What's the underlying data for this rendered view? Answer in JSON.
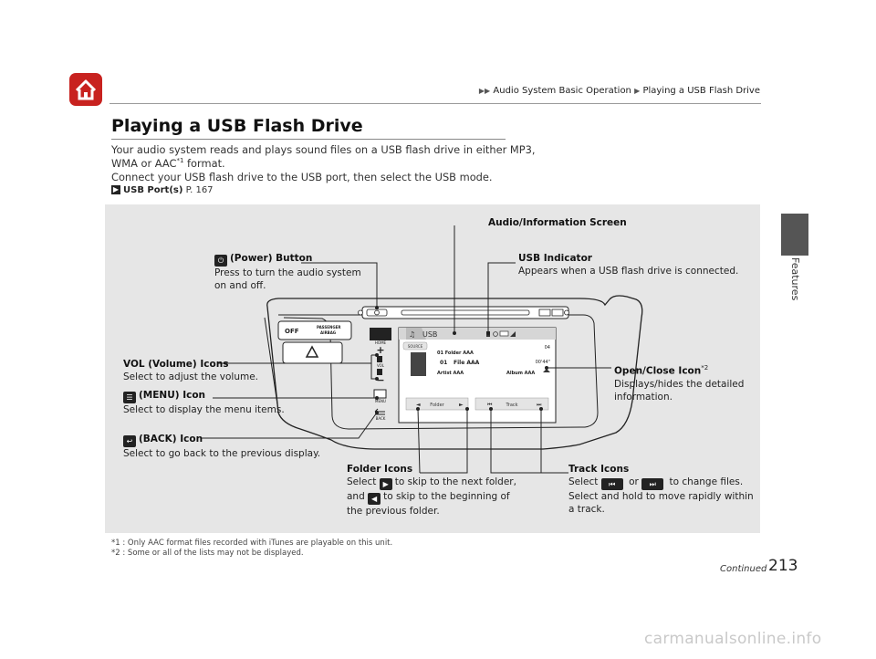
{
  "header": {
    "breadcrumb_1": "Audio System Basic Operation",
    "breadcrumb_2": "Playing a USB Flash Drive",
    "side_tab": "Features"
  },
  "section": {
    "title": "Playing a USB Flash Drive",
    "intro_line1": "Your audio system reads and plays sound files on a USB flash drive in either MP3,",
    "intro_line2a": "WMA or AAC",
    "intro_line2_sup": "*1",
    "intro_line2b": " format.",
    "intro_line3": "Connect your USB flash drive to the USB port, then select the USB mode.",
    "xref_label": "USB Port(s)",
    "xref_page": "P. 167"
  },
  "figure": {
    "screen_label": "Audio/Information Screen",
    "power_title": "(Power) Button",
    "power_desc1": "Press to turn the audio system",
    "power_desc2": "on and off.",
    "usb_indicator_title": "USB Indicator",
    "usb_indicator_desc": "Appears when a USB flash drive is connected.",
    "vol_title": "VOL (Volume) Icons",
    "vol_desc": "Select to adjust the volume.",
    "menu_title": "(MENU) Icon",
    "menu_desc": "Select to display the menu items.",
    "back_title": "(BACK) Icon",
    "back_desc": "Select to go back to the previous display.",
    "open_close_title": "Open/Close Icon",
    "open_close_sup": "*2",
    "open_close_desc1": "Displays/hides the detailed",
    "open_close_desc2": "information.",
    "folder_title": "Folder Icons",
    "folder_desc1a": "Select",
    "folder_desc1b": "to skip to the next folder,",
    "folder_desc2a": "and",
    "folder_desc2b": "to skip to the beginning of",
    "folder_desc3": "the previous folder.",
    "track_title": "Track Icons",
    "track_desc1a": "Select",
    "track_desc1b": "or",
    "track_desc1c": "to change files.",
    "track_desc2": "Select and hold to move rapidly within",
    "track_desc3": "a track.",
    "device": {
      "airbag_off": "OFF",
      "airbag_label1": "PASSENGER",
      "airbag_label2": "AIRBAG",
      "home": "HOME",
      "menu": "MENU",
      "back": "BACK",
      "vol": "VOL",
      "source_tab": "USB",
      "source_button": "SOURCE",
      "folder_line": "01 Folder AAA",
      "track_no": "01",
      "file_line": "File AAA",
      "artist_line": "Artist AAA",
      "album_line": "Album AAA",
      "track_count": "04",
      "elapsed": "00'44\"",
      "folder_btn": "Folder",
      "track_btn": "Track"
    }
  },
  "footnotes": {
    "fn1": "*1 : Only AAC format files recorded with iTunes are playable on this unit.",
    "fn2": "*2 : Some or all of the lists may not be displayed."
  },
  "footer": {
    "continued": "Continued",
    "page_number": "213",
    "watermark": "carmanualsonline.info"
  }
}
